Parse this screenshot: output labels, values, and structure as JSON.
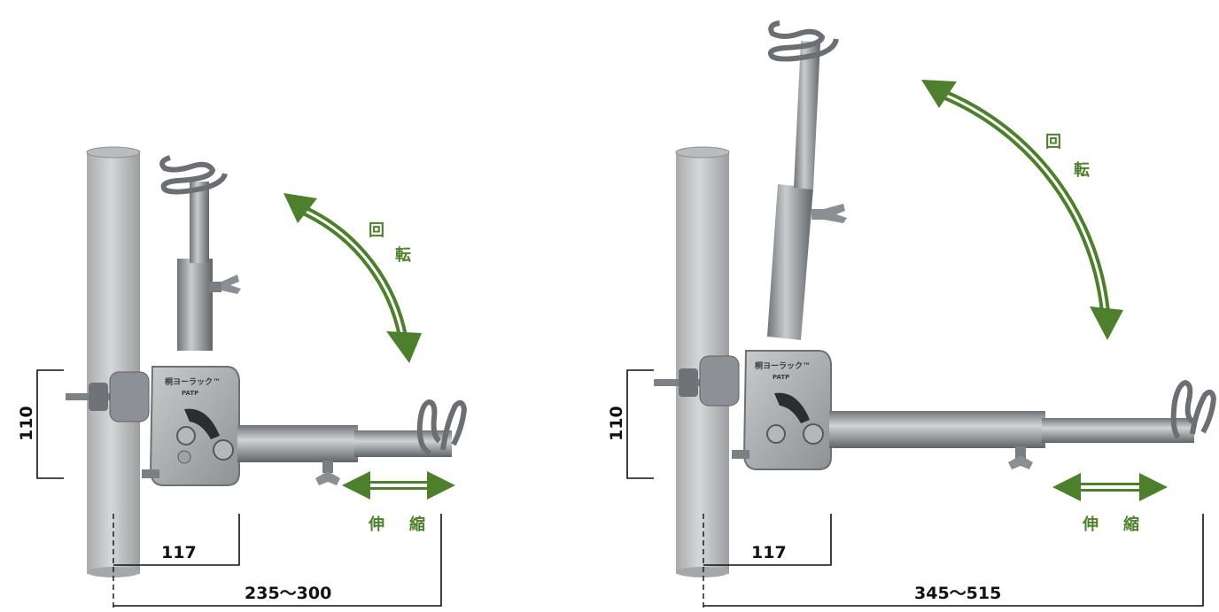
{
  "colors": {
    "arrow_green": "#4d7f2c",
    "label_green": "#4d7f2c",
    "metal": "#9aa0a4",
    "pipe": "#c2c4c6"
  },
  "left": {
    "height_dim": "110",
    "reach_short": "117",
    "reach_range": "235〜300",
    "rotate_char_1": "回",
    "rotate_char_2": "転",
    "extend_char_1": "伸",
    "extend_char_2": "縮",
    "plate_text": "桐ヨーラック™",
    "plate_sub": "PATP"
  },
  "right": {
    "height_dim": "110",
    "reach_short": "117",
    "reach_range": "345〜515",
    "rotate_char_1": "回",
    "rotate_char_2": "転",
    "extend_char_1": "伸",
    "extend_char_2": "縮",
    "plate_text": "桐ヨーラック™",
    "plate_sub": "PATP"
  }
}
